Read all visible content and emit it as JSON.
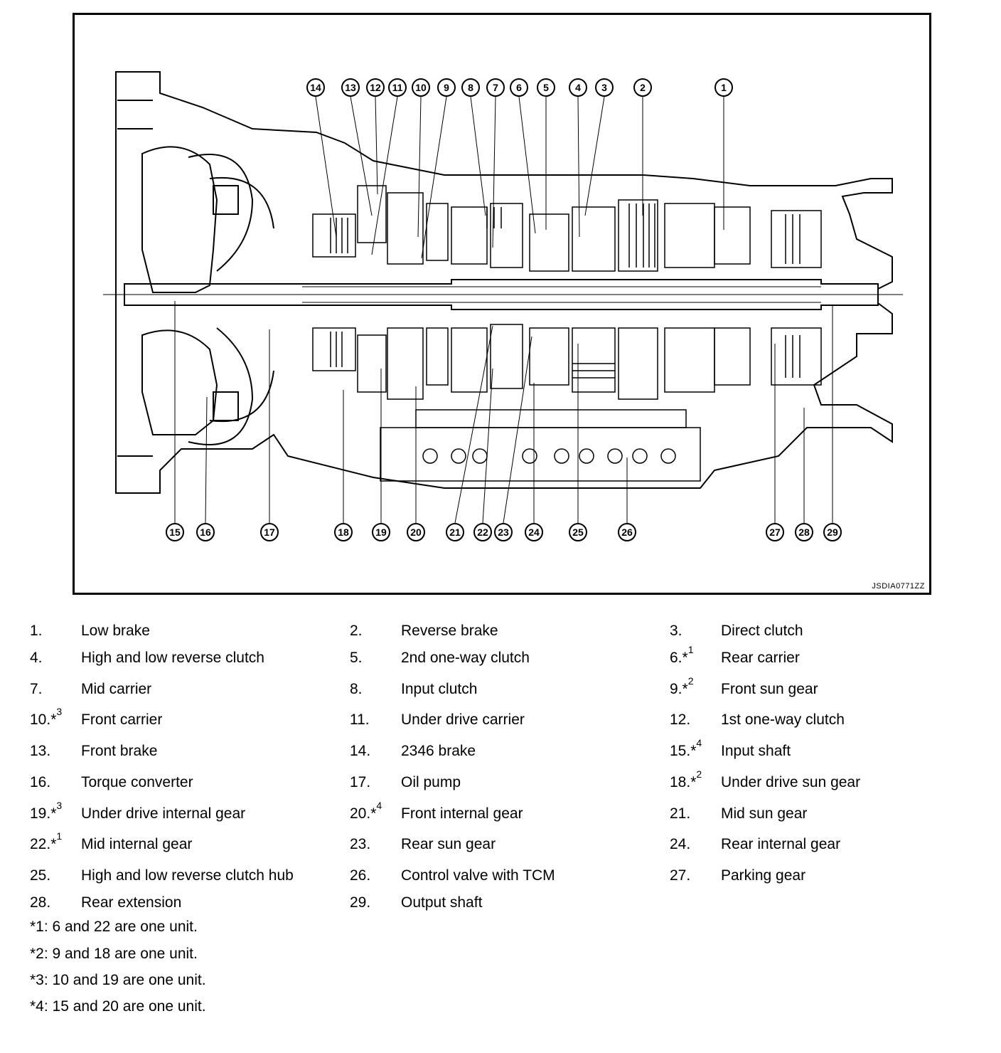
{
  "diagram": {
    "reference_code": "JSDIA0771ZZ",
    "callouts": [
      "1",
      "2",
      "3",
      "4",
      "5",
      "6",
      "7",
      "8",
      "9",
      "10",
      "11",
      "12",
      "13",
      "14",
      "15",
      "16",
      "17",
      "18",
      "19",
      "20",
      "21",
      "22",
      "23",
      "24",
      "25",
      "26",
      "27",
      "28",
      "29"
    ]
  },
  "legend": {
    "items": [
      {
        "num": "1.",
        "note": "",
        "label": "Low brake"
      },
      {
        "num": "2.",
        "note": "",
        "label": "Reverse brake"
      },
      {
        "num": "3.",
        "note": "",
        "label": "Direct clutch"
      },
      {
        "num": "4.",
        "note": "",
        "label": "High and low reverse clutch"
      },
      {
        "num": "5.",
        "note": "",
        "label": "2nd one-way clutch"
      },
      {
        "num": "6.*",
        "note": "1",
        "label": "Rear carrier"
      },
      {
        "num": "7.",
        "note": "",
        "label": "Mid carrier"
      },
      {
        "num": "8.",
        "note": "",
        "label": "Input clutch"
      },
      {
        "num": "9.*",
        "note": "2",
        "label": "Front sun gear"
      },
      {
        "num": "10.*",
        "note": "3",
        "label": "Front carrier"
      },
      {
        "num": "11.",
        "note": "",
        "label": "Under drive carrier"
      },
      {
        "num": "12.",
        "note": "",
        "label": "1st one-way clutch"
      },
      {
        "num": "13.",
        "note": "",
        "label": "Front brake"
      },
      {
        "num": "14.",
        "note": "",
        "label": "2346 brake"
      },
      {
        "num": "15.*",
        "note": "4",
        "label": "Input shaft"
      },
      {
        "num": "16.",
        "note": "",
        "label": "Torque converter"
      },
      {
        "num": "17.",
        "note": "",
        "label": "Oil pump"
      },
      {
        "num": "18.*",
        "note": "2",
        "label": "Under drive sun gear"
      },
      {
        "num": "19.*",
        "note": "3",
        "label": "Under drive internal gear"
      },
      {
        "num": "20.*",
        "note": "4",
        "label": "Front internal gear"
      },
      {
        "num": "21.",
        "note": "",
        "label": "Mid sun gear"
      },
      {
        "num": "22.*",
        "note": "1",
        "label": "Mid internal gear"
      },
      {
        "num": "23.",
        "note": "",
        "label": "Rear sun gear"
      },
      {
        "num": "24.",
        "note": "",
        "label": "Rear internal gear"
      },
      {
        "num": "25.",
        "note": "",
        "label": "High and low reverse clutch hub"
      },
      {
        "num": "26.",
        "note": "",
        "label": "Control valve with TCM"
      },
      {
        "num": "27.",
        "note": "",
        "label": "Parking gear"
      },
      {
        "num": "28.",
        "note": "",
        "label": "Rear extension"
      },
      {
        "num": "29.",
        "note": "",
        "label": "Output shaft"
      }
    ],
    "notes": [
      "*1: 6 and 22 are one unit.",
      "*2: 9 and 18 are one unit.",
      "*3: 10 and 19 are one unit.",
      "*4: 15 and 20 are one unit."
    ]
  }
}
